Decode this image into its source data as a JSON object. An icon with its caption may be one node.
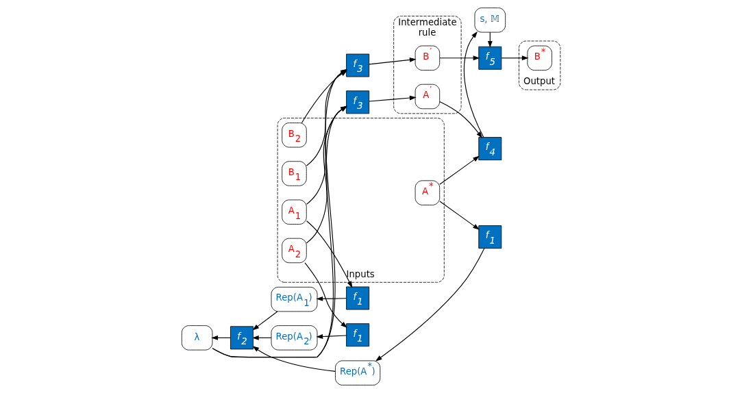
{
  "diagram": {
    "nodes": [
      {
        "text": [
          "Inputs"
        ]
      },
      {
        "text": [
          "A$^{*}$"
        ],
        "in": 0
      },
      {
        "text": [
          "A$_{1}$"
        ],
        "in": 0
      },
      {
        "text": [
          "A$_{2}$"
        ],
        "in": 0
      },
      {
        "text": [
          "B$_{1}$"
        ],
        "in": 0
      },
      {
        "text": [
          "B$_{2}$"
        ],
        "in": 0
      },
      {
        "text": [
          "Intermediate rule"
        ]
      },
      {
        "text": [
          "A$^{′}$"
        ],
        "in": 6
      },
      {
        "text": [
          "B$^{′}$"
        ],
        "in": 6
      },
      {
        "text": [
          "Output"
        ]
      },
      {
        "text": [
          "B$^{*}$"
        ],
        "in": 9
      },
      {
        "text": [
          "Rep(A$^{*}$)"
        ]
      },
      {
        "text": [
          "Rep(A$_{1}$)"
        ]
      },
      {
        "text": [
          "Rep(A$_{2}$)"
        ]
      },
      {
        "text": [
          "λ"
        ]
      },
      {
        "text": [
          "f$_{2}$"
        ]
      },
      {
        "text": [
          "f$_{1}$"
        ]
      },
      {
        "text": [
          "f$_{1}$"
        ]
      },
      {
        "text": [
          "f$_{1}$"
        ]
      },
      {
        "text": [
          "f$_{3}$"
        ]
      },
      {
        "text": [
          "f$_{3}$"
        ]
      },
      {
        "text": [
          "f$_{4}$"
        ]
      },
      {
        "text": [
          "s, 𝕄"
        ]
      },
      {
        "text": [
          "f$_{5}$"
        ]
      }
    ],
    "edges": [
      {
        "from": 1,
        "to": 16,
        "arrow": "to"
      },
      {
        "from": 16,
        "to": 11,
        "arrow": "to"
      },
      {
        "from": 2,
        "to": 17,
        "arrow": "to"
      },
      {
        "from": 17,
        "to": 12,
        "arrow": "to"
      },
      {
        "from": 3,
        "to": 18,
        "arrow": "to"
      },
      {
        "from": 18,
        "to": 13,
        "arrow": "to"
      },
      {
        "from": 11,
        "to": 15,
        "arrow": "to"
      },
      {
        "from": 12,
        "to": 15,
        "arrow": "to"
      },
      {
        "from": 13,
        "to": 15,
        "arrow": "to"
      },
      {
        "from": 15,
        "to": 14,
        "arrow": "to"
      },
      {
        "from": 2,
        "to": 19,
        "arrow": "to"
      },
      {
        "from": 3,
        "to": 19,
        "arrow": "to"
      },
      {
        "from": 14,
        "to": 19,
        "arrow": "to"
      },
      {
        "from": 14,
        "to": 20,
        "arrow": "to"
      },
      {
        "from": 4,
        "to": 20,
        "arrow": "to"
      },
      {
        "from": 5,
        "to": 20,
        "arrow": "to"
      },
      {
        "from": 19,
        "to": 7,
        "arrow": "to"
      },
      {
        "from": 20,
        "to": 8,
        "arrow": "to"
      },
      {
        "from": 1,
        "to": 21,
        "arrow": "to"
      },
      {
        "from": 7,
        "to": 21,
        "arrow": "to"
      },
      {
        "from": 21,
        "to": 22,
        "arrow": "to"
      },
      {
        "from": 22,
        "to": 23,
        "arrow": "to"
      },
      {
        "from": 8,
        "to": 23,
        "arrow": "to"
      },
      {
        "from": 23,
        "to": 10,
        "arrow": "to"
      }
    ]
  }
}
